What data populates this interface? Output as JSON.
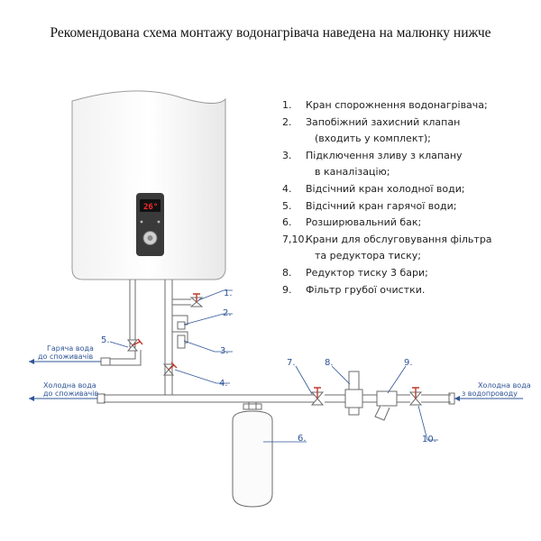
{
  "title": "Рекомендована схема монтажу водонагрівача наведена на малюнку нижче",
  "legend": [
    {
      "num": "1.",
      "lines": [
        "Кран спорожнення водонагрівача;"
      ]
    },
    {
      "num": "2.",
      "lines": [
        "Запобіжний захисний клапан",
        "(входить у комплект);"
      ]
    },
    {
      "num": "3.",
      "lines": [
        "Підключення зливу з клапану",
        "в каналізацію;"
      ]
    },
    {
      "num": "4.",
      "lines": [
        "Відсічний кран холодної води;"
      ]
    },
    {
      "num": "5.",
      "lines": [
        "Відсічний кран гарячої води;"
      ]
    },
    {
      "num": "6.",
      "lines": [
        "Розширювальний бак;"
      ]
    },
    {
      "num": "7,10.",
      "lines": [
        "Крани для обслуговування фільтра",
        "та редуктора тиску;"
      ]
    },
    {
      "num": "8.",
      "lines": [
        "Редуктор тиску 3 бари;"
      ]
    },
    {
      "num": "9.",
      "lines": [
        "Фільтр грубої очистки."
      ]
    }
  ],
  "display": {
    "temperature": "26°"
  },
  "flow_labels": {
    "hot_out": [
      "Гаряча вода",
      "до споживачів"
    ],
    "cold_out": [
      "Холодна вода",
      "до споживачів"
    ],
    "cold_in": [
      "Холодна вода",
      "з водопроводу"
    ]
  },
  "callouts": [
    "1.",
    "2.",
    "3.",
    "4.",
    "5.",
    "6.",
    "7.",
    "8.",
    "9.",
    "10."
  ],
  "colors": {
    "pipe_stroke": "#6b6b6b",
    "label_blue": "#2f5597",
    "display_red": "#ff2a2a",
    "valve_red": "#c0392b"
  }
}
